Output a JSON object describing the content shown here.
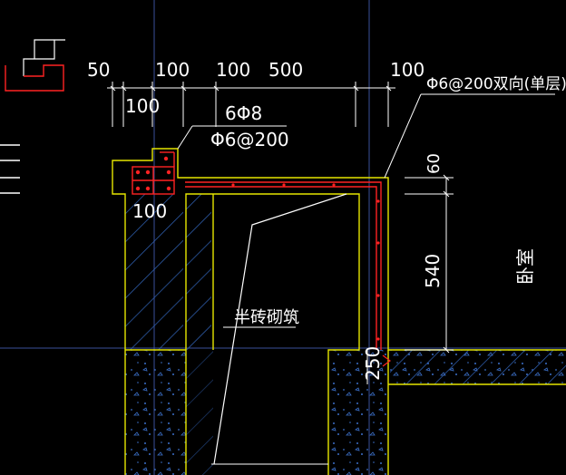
{
  "drawing": {
    "dimensions_top": [
      "50",
      "100",
      "100",
      "500",
      "100"
    ],
    "dimension_second_row": "100",
    "dimension_left_ledge": "100",
    "rebar_main": "6Φ8",
    "rebar_stirrup": "Φ6@200",
    "rebar_slab": "Φ6@200双向(单层)",
    "dimension_slab_thickness": "60",
    "dimension_height": "540",
    "dimension_base": "250",
    "label_wall": "半砖砌筑",
    "label_room": "卧室"
  },
  "colors": {
    "background": "#000000",
    "outline": "#e6e600",
    "rebar": "#ff2222",
    "dimension": "#ffffff",
    "axis": "#3a4f9a",
    "fill_pattern": "#2f5fb0"
  }
}
